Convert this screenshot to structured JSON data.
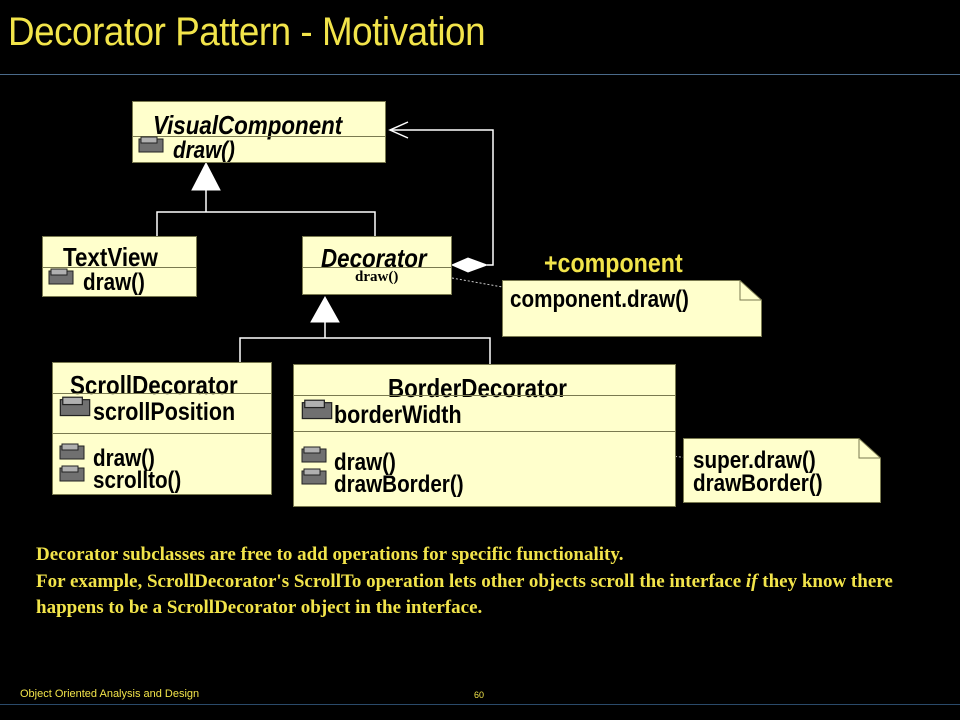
{
  "slide": {
    "title": "Decorator Pattern - Motivation",
    "footer": "Object Oriented Analysis and Design",
    "page_number": "60"
  },
  "classes": {
    "visual_component": {
      "name": "VisualComponent",
      "op": "draw()"
    },
    "text_view": {
      "name": "TextView",
      "op": "draw()"
    },
    "decorator": {
      "name": "Decorator",
      "op": "draw()"
    },
    "scroll_decorator": {
      "name": "ScrollDecorator",
      "attr": "scrollPosition",
      "op1": "draw()",
      "op2": "scrollto()"
    },
    "border_decorator": {
      "name": "BorderDecorator",
      "attr": "borderWidth",
      "op1": "draw()",
      "op2": "drawBorder()"
    }
  },
  "association": {
    "role": "+component"
  },
  "notes": {
    "decorator_note": "component.draw()",
    "border_note_line1": "super.draw()",
    "border_note_line2": "drawBorder()"
  },
  "description": {
    "line1": "Decorator subclasses are free to add operations for specific functionality.",
    "line2_before": "For example, ScrollDecorator's ScrollTo operation lets other objects scroll the interface ",
    "line2_italic": "if",
    "line2_after": " they know there happens to be a ScrollDecorator object in the interface."
  },
  "colors": {
    "background": "#000000",
    "text_accent": "#f2e44a",
    "class_fill": "#ffffcc",
    "line": "#ffffff"
  }
}
